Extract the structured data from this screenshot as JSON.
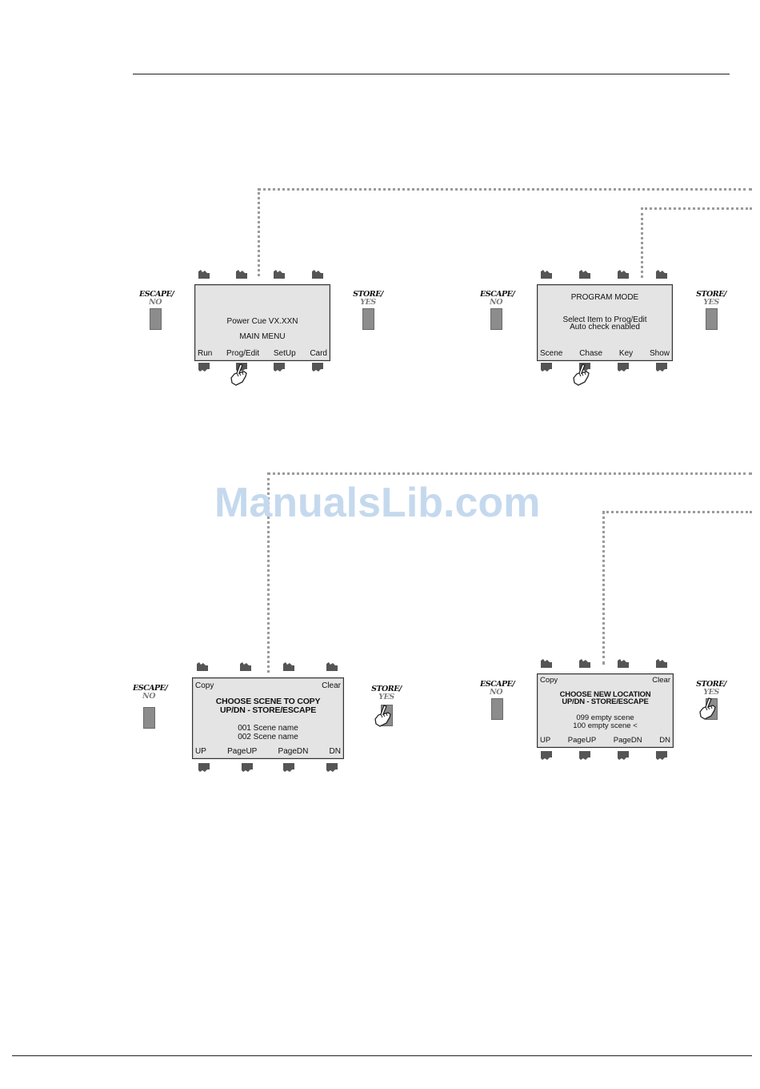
{
  "watermark": "ManualsLib.com",
  "keys": {
    "escape_top": "ESCAPE/",
    "escape_sub": "NO",
    "store_top": "STORE/",
    "store_sub": "YES"
  },
  "screens": {
    "main_menu": {
      "line1": "Power Cue VX.XXN",
      "line2": "MAIN MENU",
      "soft": [
        "Run",
        "Prog/Edit",
        "SetUp",
        "Card"
      ]
    },
    "program_mode": {
      "title": "PROGRAM MODE",
      "line1": "Select Item to Prog/Edit",
      "line2": "Auto check enabled",
      "soft": [
        "Scene",
        "Chase",
        "Key",
        "Show"
      ]
    },
    "choose_copy": {
      "left": "Copy",
      "right": "Clear",
      "title1": "CHOOSE SCENE TO COPY",
      "title2": "UP/DN - STORE/ESCAPE",
      "item1": "001 Scene name",
      "item2": "002 Scene name",
      "soft": [
        "UP",
        "PageUP",
        "PageDN",
        "DN"
      ]
    },
    "choose_location": {
      "left": "Copy",
      "right": "Clear",
      "title1": "CHOOSE NEW LOCATION",
      "title2": "UP/DN - STORE/ESCAPE",
      "item1": "099 empty scene",
      "item2": "100 empty scene <",
      "soft": [
        "UP",
        "PageUP",
        "PageDN",
        "DN"
      ]
    }
  }
}
